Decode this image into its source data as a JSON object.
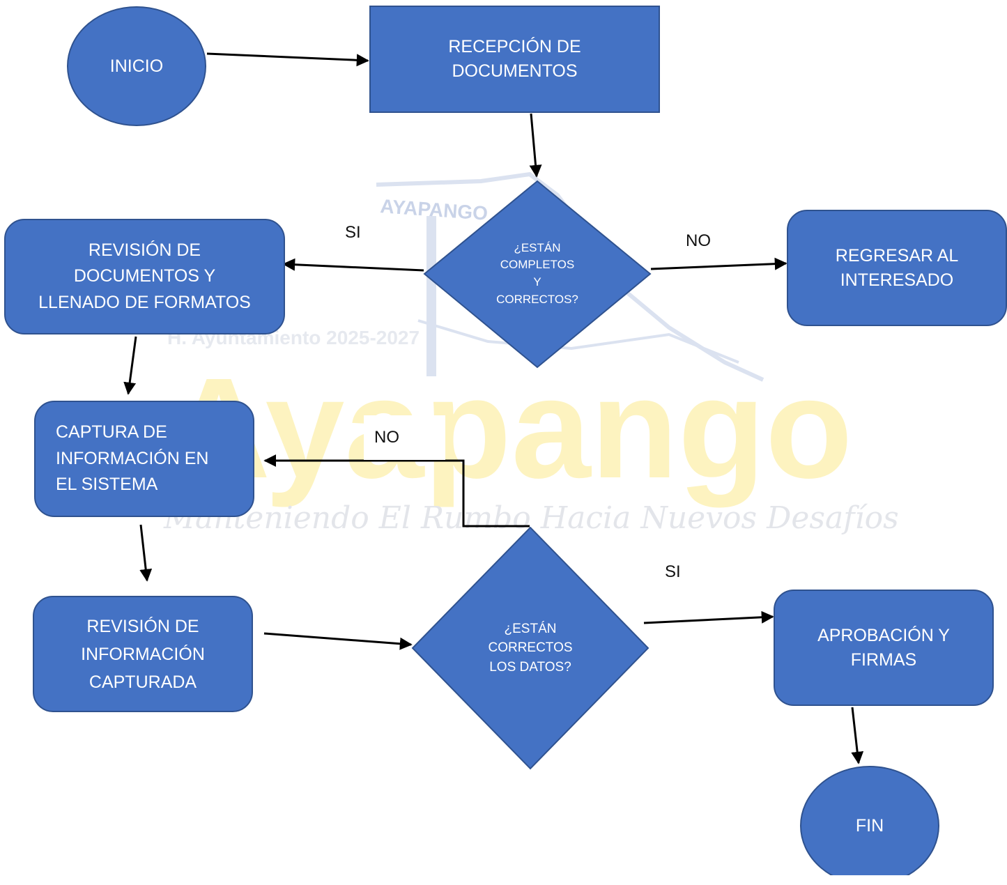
{
  "colors": {
    "node_fill": "#4472c4",
    "node_stroke": "#2f528f",
    "text": "#ffffff",
    "edge": "#000000",
    "watermark_blue": "#c9d3e8",
    "watermark_yellow": "#fdf3c0"
  },
  "watermark": {
    "sign": "AYAPANGO",
    "subtitle": "H. Ayuntamiento 2025-2027",
    "wordmark": "Ayapango",
    "slogan": "Manteniendo El Rumbo Hacia Nuevos Desafíos"
  },
  "nodes": {
    "start": "INICIO",
    "reception": "RECEPCIÓN DE\nDOCUMENTOS",
    "decision_complete": "¿ESTÁN\nCOMPLETOS\nY\nCORRECTOS?",
    "return": "REGRESAR AL\nINTERESADO",
    "review_docs": "REVISIÓN DE\nDOCUMENTOS Y\nLLENADO DE FORMATOS",
    "capture": "CAPTURA DE\nINFORMACIÓN EN\nEL SISTEMA",
    "review_capture": "REVISIÓN DE\nINFORMACIÓN\nCAPTURADA",
    "decision_data": "¿ESTÁN\nCORRECTOS\nLOS DATOS?",
    "approval": "APROBACIÓN Y\nFIRMAS",
    "end": "FIN"
  },
  "edge_labels": {
    "yes_1": "SI",
    "no_1": "NO",
    "no_2": "NO",
    "yes_2": "SI"
  }
}
